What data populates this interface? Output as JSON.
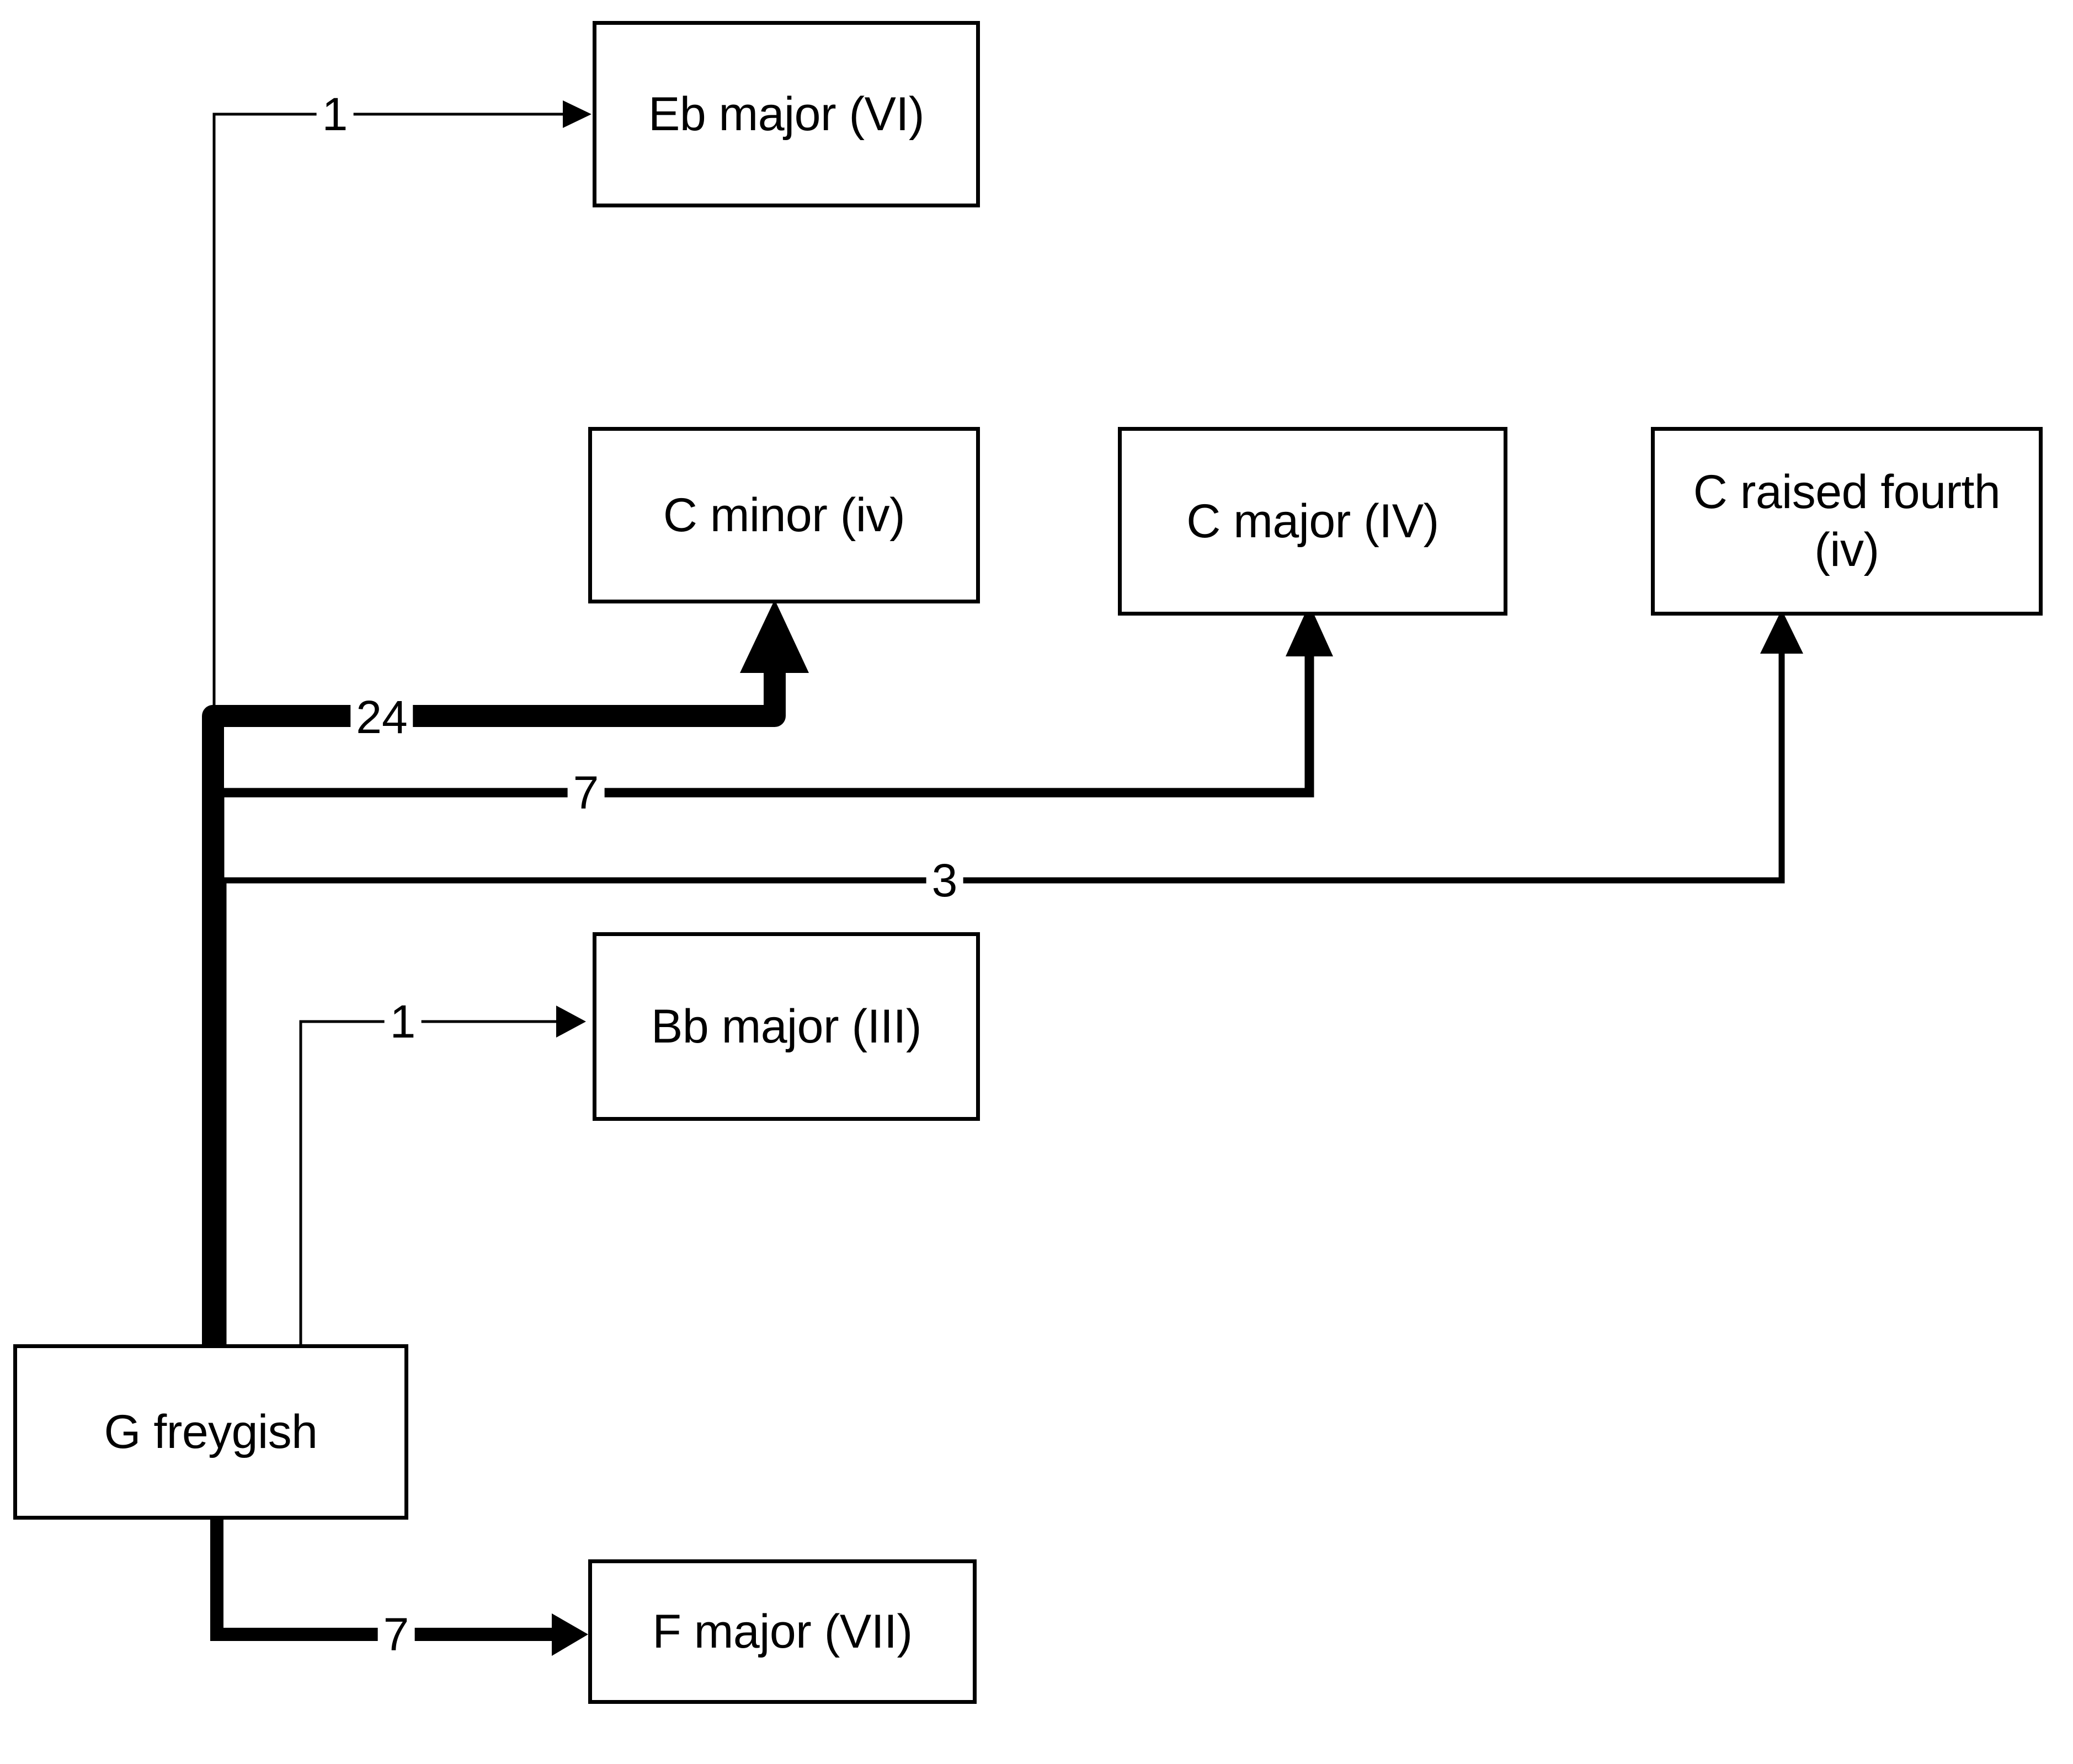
{
  "diagram": {
    "type": "flow-graph",
    "title": "",
    "background_color": "#ffffff",
    "stroke_color": "#000000",
    "source_node": "G freygish",
    "nodes": [
      {
        "id": "eb-major",
        "label": "Eb major (VI)"
      },
      {
        "id": "c-minor",
        "label": "C minor (iv)"
      },
      {
        "id": "c-major",
        "label": "C major (IV)"
      },
      {
        "id": "c-raised-fourth",
        "label": "C raised fourth\n(iv)"
      },
      {
        "id": "bb-major",
        "label": "Bb major (III)"
      },
      {
        "id": "g-freygish",
        "label": "G freygish"
      },
      {
        "id": "f-major",
        "label": "F major (VII)"
      }
    ],
    "edges": [
      {
        "id": "edge-eb",
        "from": "g-freygish",
        "to": "eb-major",
        "weight": "1",
        "thickness": "thin"
      },
      {
        "id": "edge-cmin",
        "from": "g-freygish",
        "to": "c-minor",
        "weight": "24",
        "thickness": "very-thick"
      },
      {
        "id": "edge-cmaj",
        "from": "g-freygish",
        "to": "c-major",
        "weight": "7",
        "thickness": "medium"
      },
      {
        "id": "edge-craised",
        "from": "g-freygish",
        "to": "c-raised-fourth",
        "weight": "3",
        "thickness": "thin-medium"
      },
      {
        "id": "edge-bb",
        "from": "g-freygish",
        "to": "bb-major",
        "weight": "1",
        "thickness": "thin"
      },
      {
        "id": "edge-fmaj",
        "from": "g-freygish",
        "to": "f-major",
        "weight": "7",
        "thickness": "medium-thick"
      }
    ]
  }
}
